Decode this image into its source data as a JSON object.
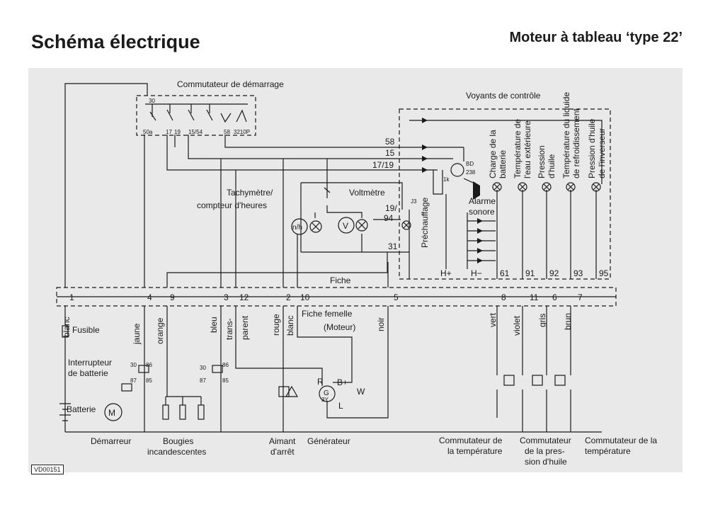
{
  "title": "Schéma électrique",
  "subtitle": "Moteur à tableau ‘type 22’",
  "ref_code": "VD00151",
  "panel": {
    "starter_switch": "Commutateur de démarrage",
    "starter_terminals": [
      "30",
      "50a",
      "17",
      "19",
      "15/54",
      "58",
      "3210P"
    ],
    "warning_lights": "Voyants de contrôle",
    "tacho_line1": "Tachymètre/",
    "tacho_line2": "compteur d'heures",
    "voltmeter": "Voltmètre",
    "terminal_58": "58",
    "terminal_15": "15",
    "terminal_1719": "17/19",
    "terminal_19": "19/",
    "terminal_94": "94",
    "terminal_31": "31",
    "j3": "J3",
    "preheat": "Préchauffage",
    "r1k": "1k",
    "bd_line1": "BD",
    "bd_line2": "238",
    "alarm_line1": "Alarme",
    "alarm_line2": "sonore",
    "nh_symbol": "n/h",
    "v_symbol": "V",
    "h_plus": "H+",
    "h_minus": "H−",
    "out_61": "61",
    "out_91": "91",
    "out_92": "92",
    "out_93": "93",
    "out_95": "95",
    "lamps": [
      {
        "line1": "Charge de la",
        "line2": "batterie"
      },
      {
        "line1": "Température de",
        "line2": "l'eau extérieure"
      },
      {
        "line1": "Pression",
        "line2": "d'huile"
      },
      {
        "line1": "Température du liquide",
        "line2": "de refroidissement"
      },
      {
        "line1": "Pression d'huile",
        "line2": "de l'inverseur"
      }
    ]
  },
  "connector": {
    "plug_label": "Fiche",
    "socket_line1": "Fiche femelle",
    "socket_line2": "(Moteur)",
    "pins": [
      "1",
      "4",
      "9",
      "3",
      "12",
      "2",
      "10",
      "5",
      "8",
      "11",
      "6",
      "7"
    ]
  },
  "wire_colors": [
    "blanc",
    "jaune",
    "orange",
    "bleu",
    "trans-",
    "parent",
    "rouge",
    "blanc",
    "noir",
    "vert",
    "violet",
    "gris",
    "brun"
  ],
  "engine": {
    "fuse": "Fusible",
    "battery_switch_line1": "Interrupteur",
    "battery_switch_line2": "de batterie",
    "battery": "Batterie",
    "motor_symbol": "M",
    "relay_terminals": [
      "30",
      "87",
      "86",
      "85"
    ],
    "gen_r": "R",
    "gen_b": "B+",
    "gen_w": "W",
    "gen_l": "L",
    "gen_symbol": "G",
    "gen_sub": "3Y",
    "starter": "Démarreur",
    "glow_line1": "Bougies",
    "glow_line2": "incandescentes",
    "stop_line1": "Aimant",
    "stop_line2": "d'arrêt",
    "generator": "Générateur",
    "sw_temp_line1": "Commutateur de",
    "sw_temp_line2": "la température",
    "sw_oil_line1": "Commutateur",
    "sw_oil_line2": "de la pres-",
    "sw_oil_line3": "sion d'huile",
    "sw_temp2_line1": "Commutateur de la",
    "sw_temp2_line2": "température"
  }
}
